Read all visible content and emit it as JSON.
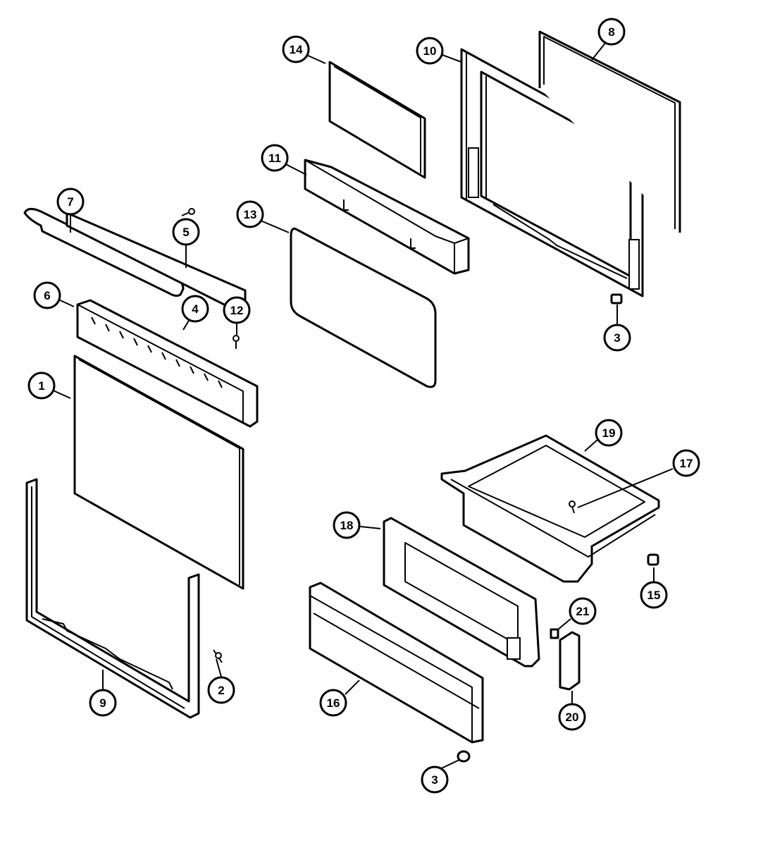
{
  "callouts": [
    {
      "id": "c1",
      "label": "1"
    },
    {
      "id": "c2",
      "label": "2"
    },
    {
      "id": "c3a",
      "label": "3"
    },
    {
      "id": "c3b",
      "label": "3"
    },
    {
      "id": "c4",
      "label": "4"
    },
    {
      "id": "c5",
      "label": "5"
    },
    {
      "id": "c6",
      "label": "6"
    },
    {
      "id": "c7",
      "label": "7"
    },
    {
      "id": "c8",
      "label": "8"
    },
    {
      "id": "c9",
      "label": "9"
    },
    {
      "id": "c10",
      "label": "10"
    },
    {
      "id": "c11",
      "label": "11"
    },
    {
      "id": "c12",
      "label": "12"
    },
    {
      "id": "c13",
      "label": "13"
    },
    {
      "id": "c14",
      "label": "14"
    },
    {
      "id": "c15",
      "label": "15"
    },
    {
      "id": "c16",
      "label": "16"
    },
    {
      "id": "c17",
      "label": "17"
    },
    {
      "id": "c18",
      "label": "18"
    },
    {
      "id": "c19",
      "label": "19"
    },
    {
      "id": "c20",
      "label": "20"
    },
    {
      "id": "c21",
      "label": "21"
    }
  ]
}
